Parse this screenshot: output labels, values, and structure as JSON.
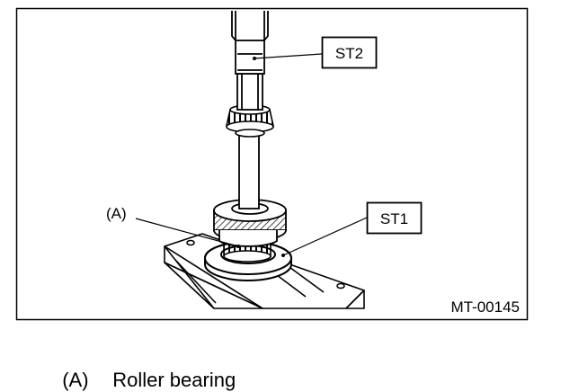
{
  "figure": {
    "callouts": {
      "st2": "ST2",
      "st1": "ST1",
      "a": "(A)"
    },
    "figure_code": "MT-00145"
  },
  "caption": {
    "id": "(A)",
    "text": "Roller bearing"
  },
  "colors": {
    "ink": "#000000",
    "paper": "#ffffff"
  }
}
